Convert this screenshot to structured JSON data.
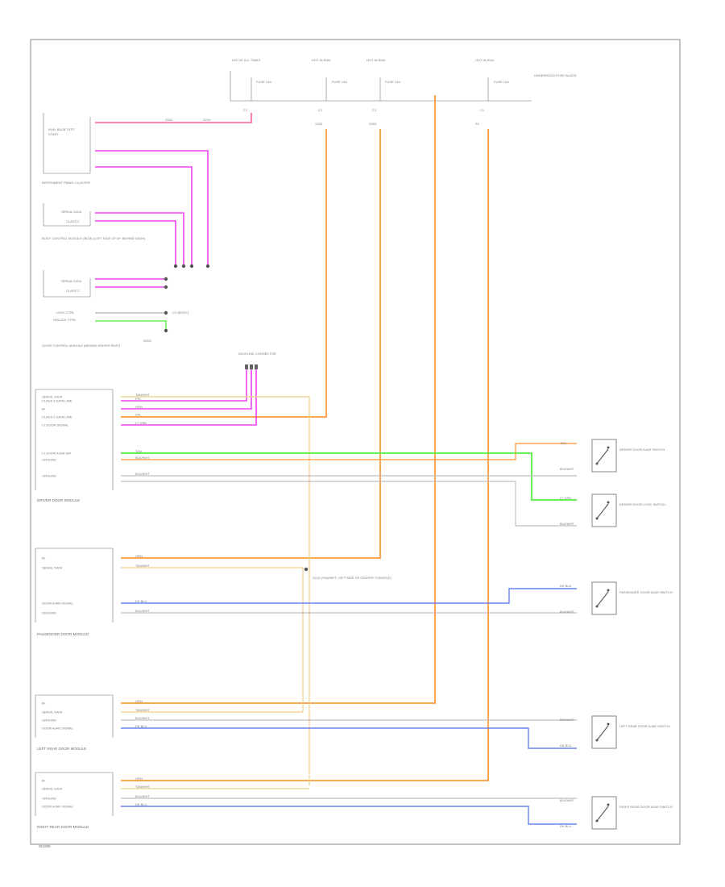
{
  "footer": {
    "code": "W1059"
  },
  "colors": {
    "pink": "#ff4f8a",
    "magenta": "#ee30ee",
    "orange": "#ff9a3c",
    "tan": "#f0d090",
    "green": "#55ee44",
    "blue": "#5577ee",
    "gray": "#b8b8b8",
    "frame": "#8a8a8a"
  },
  "top": {
    "fuse_labels": [
      "HOT AT ALL TIMES",
      "HOT IN RUN",
      "HOT IN RUN",
      "HOT IN RUN",
      "UNDERHOOD FUSE BLOCK"
    ],
    "fuse_ratings": [
      "FUSE 10A",
      "FUSE 10A",
      "FUSE 10A",
      "FUSE 10A"
    ],
    "pins": [
      "C1",
      "C1",
      "C1",
      "C1"
    ],
    "splices": [
      "S202",
      "S219",
      "S230",
      "S204",
      "S2"
    ]
  },
  "left": {
    "ignition": [
      "RUN, BULB TEST",
      "START"
    ],
    "ipc": "INSTRUMENT PANEL CLUSTER",
    "bcm_labels": [
      "SERIAL DATA",
      "CLASS 2"
    ],
    "bcm": "BODY CONTROL MODULE (BCM) (LEFT SIDE OF I/P, BEHIND DASH)",
    "ecm_labels": [
      "SERIAL DATA",
      "CLASS 2"
    ],
    "lock_labels": [
      "LOCK CTRL",
      "UNLOCK CTRL"
    ],
    "lock_right": "C2 (BODY)",
    "ground": "G200",
    "dcm": "DOOR CONTROL MODULE (BEHIND DRIVER SEAT)"
  },
  "modules": {
    "driver": {
      "title": "DRIVER DOOR MODULE",
      "pins": [
        "SERIAL DATA",
        "CLASS 2 DATA LINE",
        "B+",
        "CLASS 2 DATA LINE",
        "LT DOOR SIGNAL",
        "LT DOOR AJAR SW",
        "GROUND",
        "GROUND"
      ]
    },
    "passenger": {
      "title": "PASSENGER DOOR MODULE",
      "pins": [
        "B+",
        "SERIAL DATA",
        "DOOR AJAR SIGNAL",
        "GROUND"
      ]
    },
    "left_rear": {
      "title": "LEFT REAR DOOR MODULE",
      "pins": [
        "B+",
        "SERIAL DATA",
        "GROUND",
        "DOOR AJAR SIGNAL"
      ]
    },
    "right_rear": {
      "title": "RIGHT REAR DOOR MODULE",
      "pins": [
        "B+",
        "SERIAL DATA",
        "GROUND",
        "DOOR AJAR SIGNAL"
      ]
    }
  },
  "wire_codes": {
    "driver": [
      "TAN/WHT",
      "PPL",
      "ORN",
      "PPL",
      "LT GRN",
      "TAN",
      "BLK/WHT",
      "BLK/WHT"
    ],
    "passenger": [
      "ORN",
      "TAN/WHT",
      "DK BLU",
      "BLK/WHT"
    ],
    "left_rear": [
      "ORN",
      "TAN/WHT",
      "BLK/WHT",
      "DK BLU"
    ],
    "right_rear": [
      "ORN",
      "TAN/WHT",
      "BLK/WHT",
      "DK BLU"
    ]
  },
  "switches": [
    {
      "label": "DRIVER DOOR AJAR SWITCH",
      "wire_top": "TAN",
      "wire_bottom": "BLK/WHT"
    },
    {
      "label": "DRIVER DOOR LOCK SWITCH",
      "wire_top": "LT GRN",
      "wire_bottom": "BLK/WHT"
    },
    {
      "label": "PASSENGER DOOR AJAR SWITCH",
      "wire_top": "DK BLU",
      "wire_bottom": "BLK/WHT"
    },
    {
      "label": "LEFT REAR DOOR AJAR SWITCH",
      "wire_top": "BLK/WHT",
      "wire_bottom": "DK BLU"
    },
    {
      "label": "RIGHT REAR DOOR AJAR SWITCH",
      "wire_top": "BLK/WHT",
      "wire_bottom": "DK BLU"
    }
  ],
  "connector_note": "DATA LINK CONNECTOR",
  "splice_note": "S210 (TAN/WHT, LEFT SIDE OF CENTER CONSOLE)"
}
